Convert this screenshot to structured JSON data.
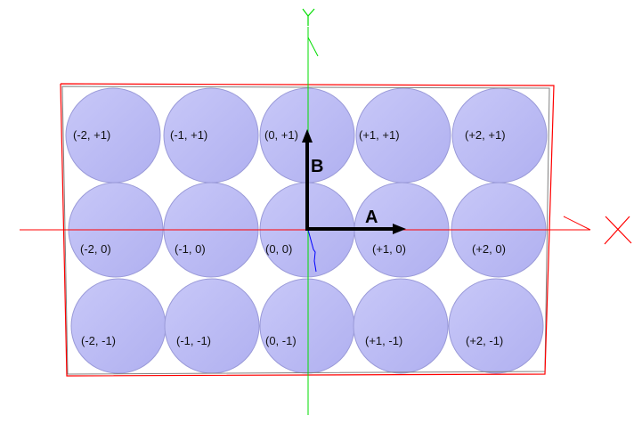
{
  "axes": {
    "x_label": "X",
    "y_label": "Y"
  },
  "vectors": {
    "a_label": "A",
    "b_label": "B"
  },
  "colors": {
    "circle": "#b8b8f4",
    "circle_stroke": "#9a9ad8",
    "x_axis": "#ff0000",
    "y_axis": "#00dd00",
    "z_axis": "#0000ff",
    "boundary": "#ff0000"
  },
  "grid": {
    "rows": [
      [
        "(-2, +1)",
        "(-1, +1)",
        "(0, +1)",
        "(+1, +1)",
        "(+2, +1)"
      ],
      [
        "(-2, 0)",
        "(-1, 0)",
        "(0, 0)",
        "(+1, 0)",
        "(+2, 0)"
      ],
      [
        "(-2, -1)",
        "(-1, -1)",
        "(0, -1)",
        "(+1, -1)",
        "(+2, -1)"
      ]
    ]
  }
}
